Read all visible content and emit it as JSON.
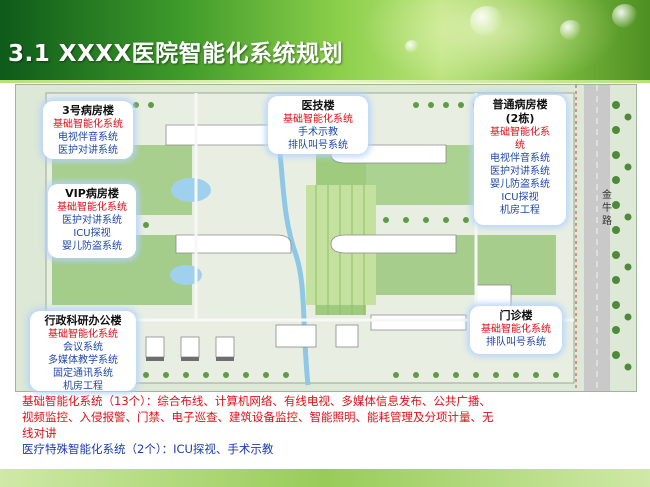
{
  "title": "3.1 XXXX医院智能化系统规划",
  "road_label": "金牛路",
  "callouts": {
    "building3": {
      "heading": "3号病房楼",
      "system": "基础智能化系统",
      "items": [
        "电视伴音系统",
        "医护对讲系统"
      ]
    },
    "vip": {
      "heading": "VIP病房楼",
      "system": "基础智能化系统",
      "items": [
        "医护对讲系统",
        "ICU探视",
        "婴儿防盗系统"
      ]
    },
    "medtech": {
      "heading": "医技楼",
      "system": "基础智能化系统",
      "items": [
        "手术示教",
        "排队叫号系统"
      ]
    },
    "general": {
      "heading": "普通病房楼",
      "heading2": "(2栋)",
      "system": "基础智能化系",
      "system2": "统",
      "items": [
        "电视伴音系统",
        "医护对讲系统",
        "婴儿防盗系统",
        "ICU探视",
        "机房工程"
      ]
    },
    "admin": {
      "heading": "行政科研办公楼",
      "system": "基础智能化系统",
      "items": [
        "会议系统",
        "多媒体教学系统",
        "固定通讯系统",
        "机房工程"
      ]
    },
    "outpatient": {
      "heading": "门诊楼",
      "system": "基础智能化系统",
      "items": [
        "排队叫号系统"
      ]
    }
  },
  "footer": {
    "basic_line1": "基础智能化系统（13个）：综合布线、计算机网络、有线电视、多媒体信息发布、公共广播、",
    "basic_line2": "视频监控、入侵报警、门禁、电子巡查、建筑设备监控、智能照明、能耗管理及分项计量、无",
    "basic_line3": "线对讲",
    "medical": "医疗特殊智能化系统（2个）：ICU探视、手术示教"
  },
  "colors": {
    "header_green": "#3f9b2a",
    "system_red": "#e0101a",
    "item_blue": "#1f47a8",
    "footer_blue": "#1d3bb0"
  }
}
